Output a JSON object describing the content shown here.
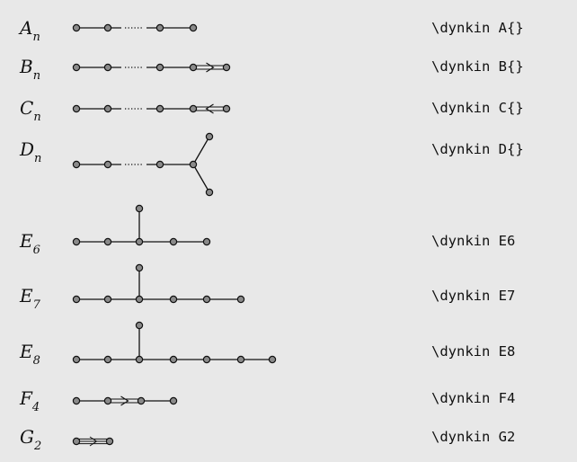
{
  "rows": [
    {
      "type": "A",
      "sub": "n",
      "command": "\\dynkin A{}"
    },
    {
      "type": "B",
      "sub": "n",
      "command": "\\dynkin B{}"
    },
    {
      "type": "C",
      "sub": "n",
      "command": "\\dynkin C{}"
    },
    {
      "type": "D",
      "sub": "n",
      "command": "\\dynkin D{}"
    },
    {
      "type": "E",
      "sub": "6",
      "command": "\\dynkin E6"
    },
    {
      "type": "E",
      "sub": "7",
      "command": "\\dynkin E7"
    },
    {
      "type": "E",
      "sub": "8",
      "command": "\\dynkin E8"
    },
    {
      "type": "F",
      "sub": "4",
      "command": "\\dynkin F4"
    },
    {
      "type": "G",
      "sub": "2",
      "command": "\\dynkin G2"
    }
  ]
}
